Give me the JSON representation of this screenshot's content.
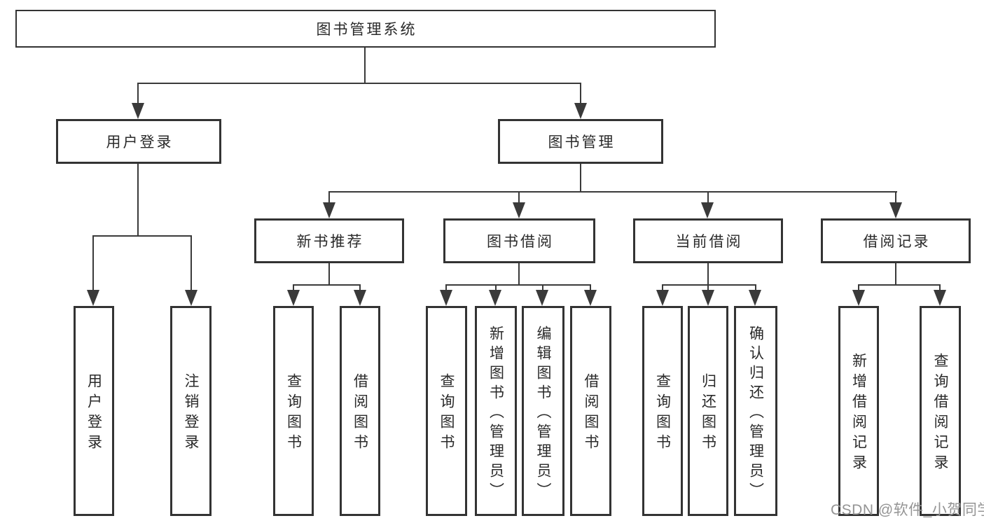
{
  "tree": {
    "root": {
      "label": "图书管理系统"
    },
    "children": [
      {
        "label": "用户登录",
        "children": [
          {
            "label": "用户登录"
          },
          {
            "label": "注销登录"
          }
        ]
      },
      {
        "label": "图书管理",
        "children": [
          {
            "label": "新书推荐",
            "children": [
              {
                "label": "查询图书"
              },
              {
                "label": "借阅图书"
              }
            ]
          },
          {
            "label": "图书借阅",
            "children": [
              {
                "label": "查询图书"
              },
              {
                "label": "新增图书（管理员）"
              },
              {
                "label": "编辑图书（管理员）"
              },
              {
                "label": "借阅图书"
              }
            ]
          },
          {
            "label": "当前借阅",
            "children": [
              {
                "label": "查询图书"
              },
              {
                "label": "归还图书"
              },
              {
                "label": "确认归还（管理员）"
              }
            ]
          },
          {
            "label": "借阅记录",
            "children": [
              {
                "label": "新增借阅记录"
              },
              {
                "label": "查询借阅记录"
              }
            ]
          }
        ]
      }
    ]
  },
  "watermark": {
    "text": "CSDN @软件_小贺同学"
  },
  "colors": {
    "line": "#3a3a3a",
    "border": "#333333",
    "text": "#2a2a2a",
    "watermark": "#949494",
    "bg": "#ffffff"
  }
}
